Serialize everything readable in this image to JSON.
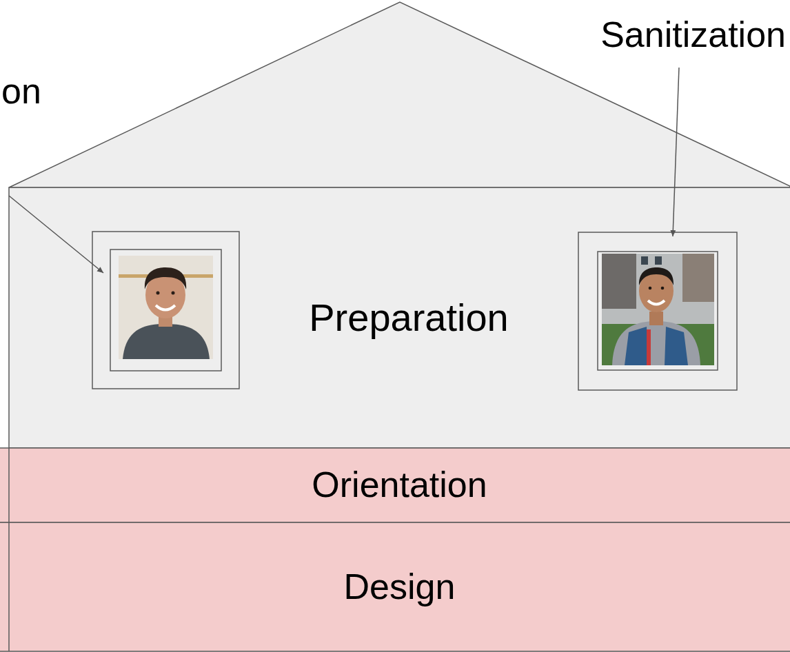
{
  "diagram": {
    "nodes": [
      {
        "text": [
          "Preparation"
        ]
      },
      {
        "text": [
          "Orientation"
        ]
      },
      {
        "text": [
          "Design"
        ]
      }
    ],
    "labels": [
      "on",
      "Sanitization"
    ]
  }
}
